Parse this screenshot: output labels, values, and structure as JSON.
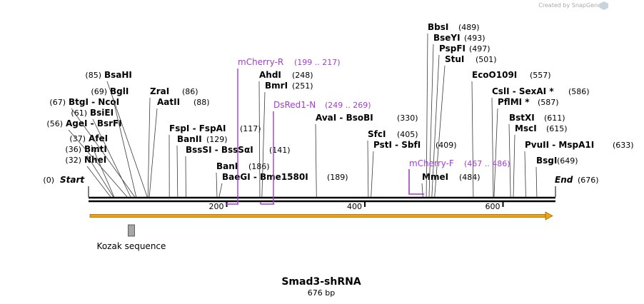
{
  "credit": "Created by SnapGene",
  "title": "Smad3-shRNA",
  "length": "676 bp",
  "start": {
    "label": "Start",
    "pos": "(0)",
    "bp": 0
  },
  "end": {
    "label": "End",
    "pos": "(676)",
    "bp": 676
  },
  "ticks": [
    {
      "bp": 200,
      "label": "200"
    },
    {
      "bp": 400,
      "label": "400"
    },
    {
      "bp": 600,
      "label": "600"
    }
  ],
  "sites": [
    {
      "name": "NheI",
      "pos": "(32)",
      "bp": 32
    },
    {
      "name": "BmtI",
      "pos": "(36)",
      "bp": 36
    },
    {
      "name": "AfeI",
      "pos": "(37)",
      "bp": 37
    },
    {
      "name": "AgeI  - BsrFI",
      "pos": "(56)",
      "bp": 56
    },
    {
      "name": "BsiEI",
      "pos": "(61)",
      "bp": 61
    },
    {
      "name": "BtgI  - NcoI",
      "pos": "(67)",
      "bp": 67
    },
    {
      "name": "BglI",
      "pos": "(69)",
      "bp": 69
    },
    {
      "name": "BsaHI",
      "pos": "(85)",
      "bp": 85
    },
    {
      "name": "ZraI",
      "pos": "(86)",
      "bp": 86
    },
    {
      "name": "AatII",
      "pos": "(88)",
      "bp": 88
    },
    {
      "name": "FspI  - FspAI",
      "pos": "(117)",
      "bp": 117
    },
    {
      "name": "BanII",
      "pos": "(129)",
      "bp": 129
    },
    {
      "name": "BssSI  - BssSαI",
      "pos": "(141)",
      "bp": 141
    },
    {
      "name": "BanI",
      "pos": "(186)",
      "bp": 186
    },
    {
      "name": "BaeGI  - Bme1580I",
      "pos": "(189)",
      "bp": 189
    },
    {
      "name": "AhdI",
      "pos": "(248)",
      "bp": 248
    },
    {
      "name": "BmrI",
      "pos": "(251)",
      "bp": 251
    },
    {
      "name": "AvaI  - BsoBI",
      "pos": "(330)",
      "bp": 330
    },
    {
      "name": "SfcI",
      "pos": "(405)",
      "bp": 405
    },
    {
      "name": "PstI  - SbfI",
      "pos": "(409)",
      "bp": 409
    },
    {
      "name": "MmeI",
      "pos": "(484)",
      "bp": 484
    },
    {
      "name": "BbsI",
      "pos": "(489)",
      "bp": 489
    },
    {
      "name": "BseYI",
      "pos": "(493)",
      "bp": 493
    },
    {
      "name": "PspFI",
      "pos": "(497)",
      "bp": 497
    },
    {
      "name": "StuI",
      "pos": "(501)",
      "bp": 501
    },
    {
      "name": "EcoO109I",
      "pos": "(557)",
      "bp": 557
    },
    {
      "name": "CslI  - SexAI *",
      "pos": "(586)",
      "bp": 586
    },
    {
      "name": "PflMI *",
      "pos": "(587)",
      "bp": 587
    },
    {
      "name": "BstXI",
      "pos": "(611)",
      "bp": 611
    },
    {
      "name": "MscI",
      "pos": "(615)",
      "bp": 615
    },
    {
      "name": "PvuII  - MspA1I",
      "pos": "(633)",
      "bp": 633
    },
    {
      "name": "BsgI",
      "pos": "(649)",
      "bp": 649
    }
  ],
  "primers": [
    {
      "name": "mCherry-R",
      "range": "(199 .. 217)",
      "from": 199,
      "to": 217,
      "strand": "reverse"
    },
    {
      "name": "DsRed1-N",
      "range": "(249 .. 269)",
      "from": 249,
      "to": 269,
      "strand": "reverse"
    },
    {
      "name": "mCherry-F",
      "range": "(467 .. 486)",
      "from": 467,
      "to": 486,
      "strand": "forward"
    }
  ],
  "features": [
    {
      "name": "Kozak sequence",
      "bp": 62,
      "type": "misc",
      "color": "#a6a6a6"
    }
  ],
  "colors": {
    "primer": "#a23cd0",
    "orf_arrow": "#f0a30a",
    "feature": "#a6a6a6"
  },
  "icons": {
    "credit_logo": "snapgene-logo-icon"
  }
}
